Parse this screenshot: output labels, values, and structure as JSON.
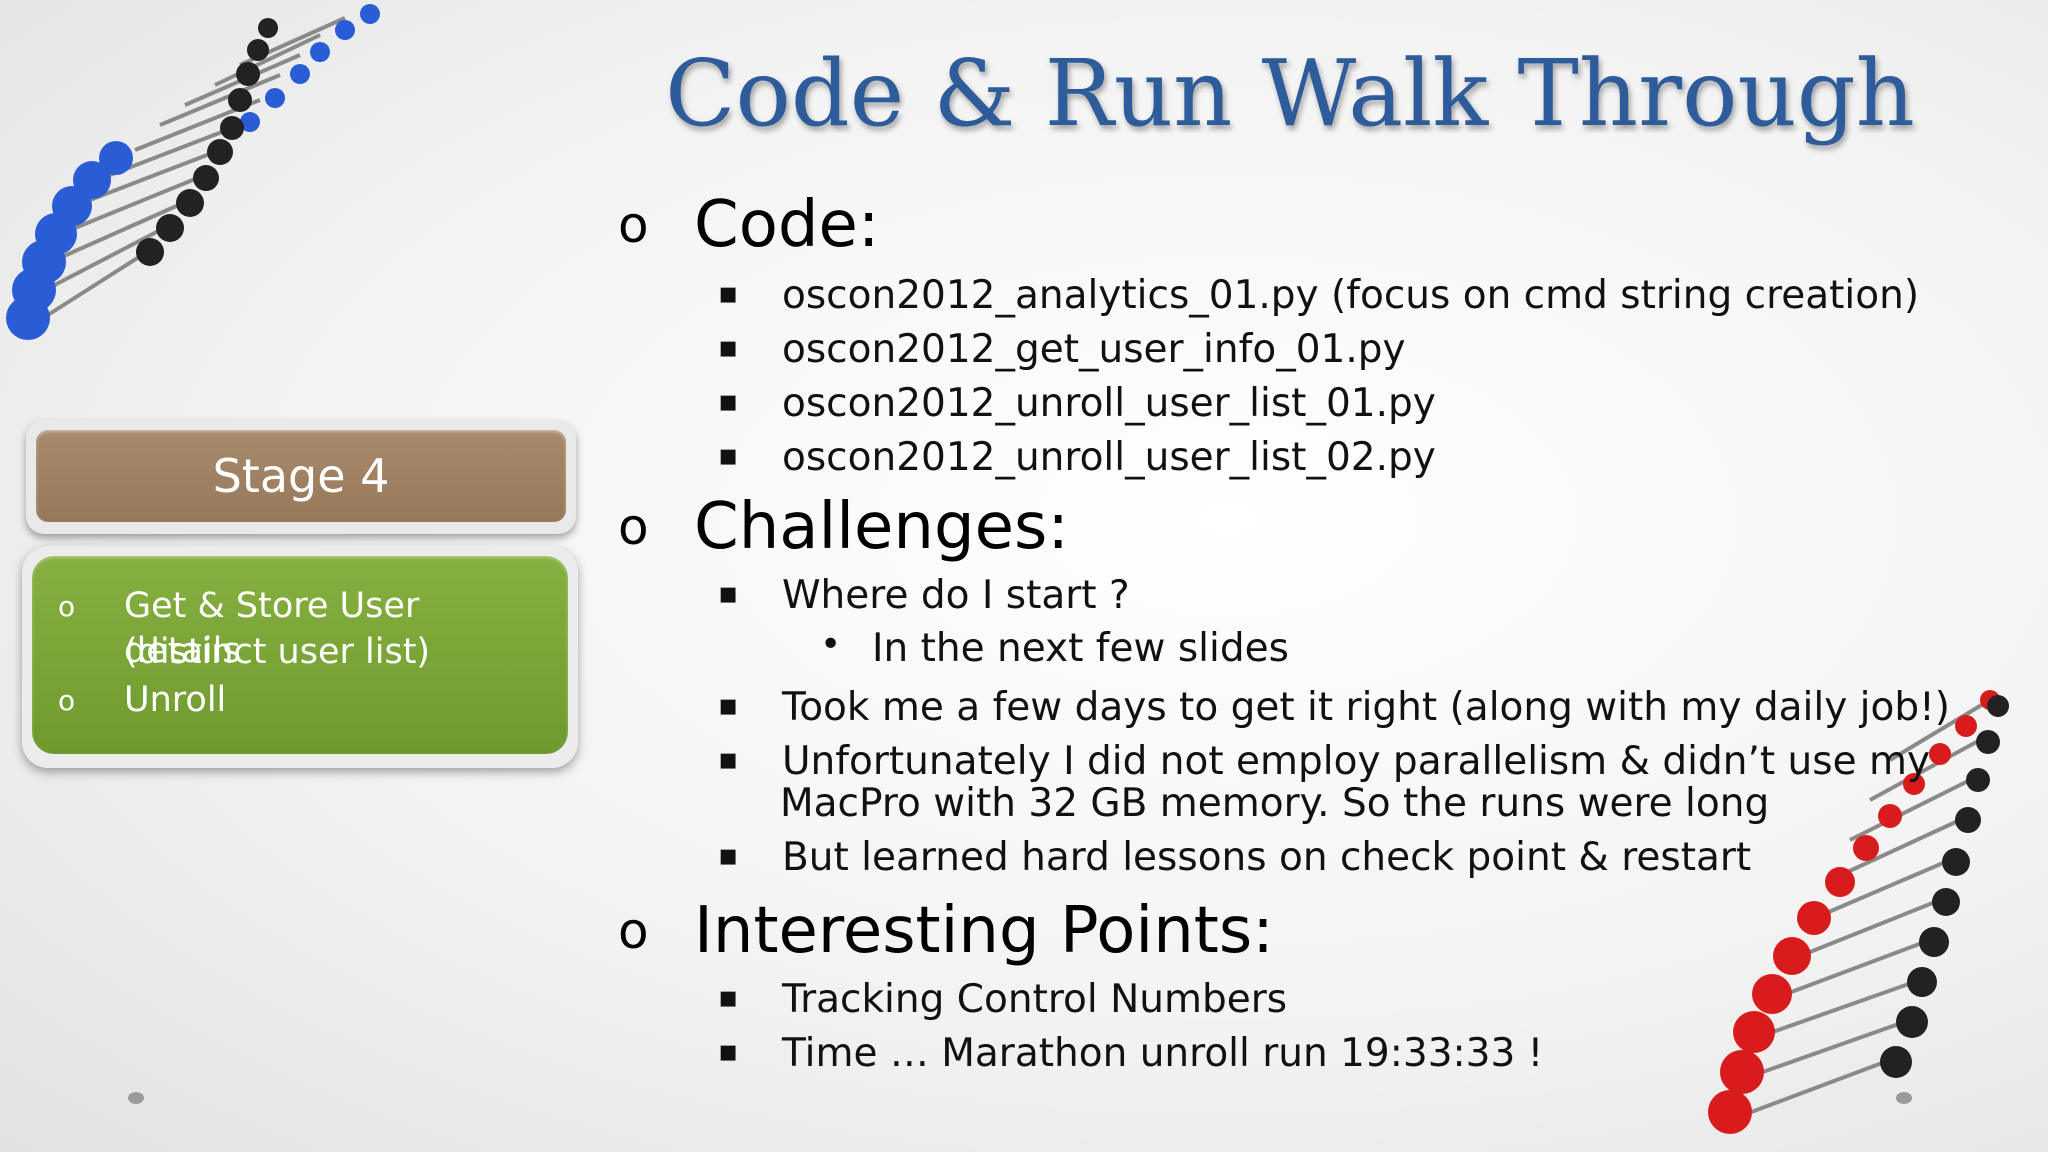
{
  "slide": {
    "title": "Code & Run Walk Through"
  },
  "stage": {
    "header": "Stage 4",
    "items": [
      {
        "symbol": "o",
        "text": "Get & Store User details"
      },
      {
        "symbol": "",
        "text": "(distinct user list)"
      },
      {
        "symbol": "o",
        "text": "Unroll"
      }
    ]
  },
  "sections": {
    "code": {
      "symbol": "o",
      "heading": "Code:",
      "items": [
        "oscon2012_analytics_01.py (focus on cmd string creation)",
        "oscon2012_get_user_info_01.py",
        "oscon2012_unroll_user_list_01.py",
        "oscon2012_unroll_user_list_02.py"
      ]
    },
    "challenges": {
      "symbol": "o",
      "heading": "Challenges:",
      "items": [
        "Where do I start ?",
        "Took me a few days to get it right (along with my daily job!)",
        "Unfortunately I did not employ parallelism & didn’t use my",
        "MacPro with 32 GB memory. So the runs were long",
        "But learned hard lessons on check point & restart"
      ],
      "sub_item": "In the next few slides"
    },
    "points": {
      "symbol": "o",
      "heading": "Interesting Points:",
      "items": [
        "Tracking Control Numbers",
        "Time … Marathon unroll run 19:33:33 !"
      ]
    }
  },
  "glyphs": {
    "square_bullet": "▪",
    "round_bullet": "•"
  },
  "colors": {
    "title": "#2e5c9a",
    "stage_header": "#9a7b5e",
    "stage_box": "#76a234",
    "dna_top": "#2a5cd6",
    "dna_bottom": "#d81c1c"
  }
}
